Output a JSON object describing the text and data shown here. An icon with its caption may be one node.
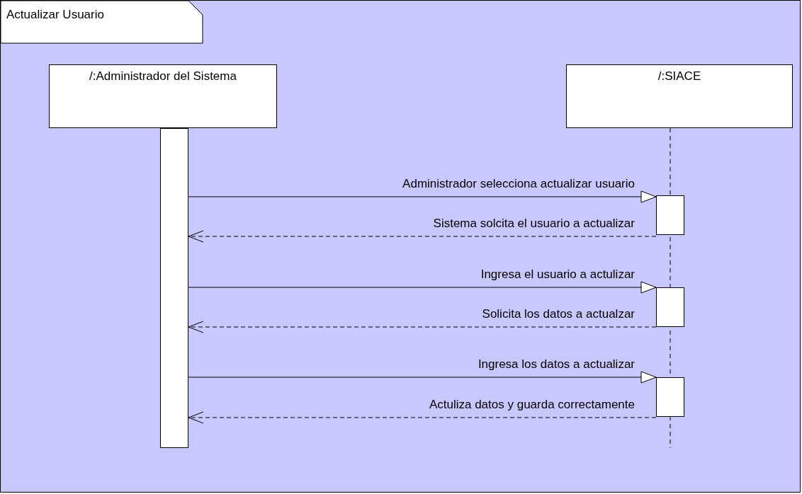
{
  "diagram": {
    "nodes": [
      {
        "text": [
          "Actualizar Usuario"
        ]
      },
      {
        "text": [
          "/:Administrador del Sistema"
        ],
        "in": 0
      },
      {
        "text": [
          "/:SIACE"
        ],
        "in": 0
      },
      {
        "text": [],
        "shape": "bar",
        "in": 0
      },
      {
        "text": [],
        "shape": "bar",
        "in": 0
      },
      {
        "text": [],
        "shape": "bar",
        "in": 0
      },
      {
        "text": [],
        "shape": "bar",
        "in": 0
      }
    ],
    "edges": [
      {
        "from": 3,
        "to": 4,
        "arrow": "to",
        "label": "Administrador selecciona actualizar usuario"
      },
      {
        "from": 4,
        "to": 3,
        "arrow": "to",
        "label": "Sistema solcita el usuario a actualizar",
        "style": "dashed"
      },
      {
        "from": 3,
        "to": 5,
        "arrow": "to",
        "label": "Ingresa el usuario a actulizar"
      },
      {
        "from": 5,
        "to": 3,
        "arrow": "to",
        "label": "Solicita los datos a actualzar",
        "style": "dashed"
      },
      {
        "from": 3,
        "to": 6,
        "arrow": "to",
        "label": "Ingresa los datos a actualizar"
      },
      {
        "from": 6,
        "to": 3,
        "arrow": "to",
        "label": "Actuliza datos y guarda correctamente",
        "style": "dashed"
      }
    ]
  }
}
